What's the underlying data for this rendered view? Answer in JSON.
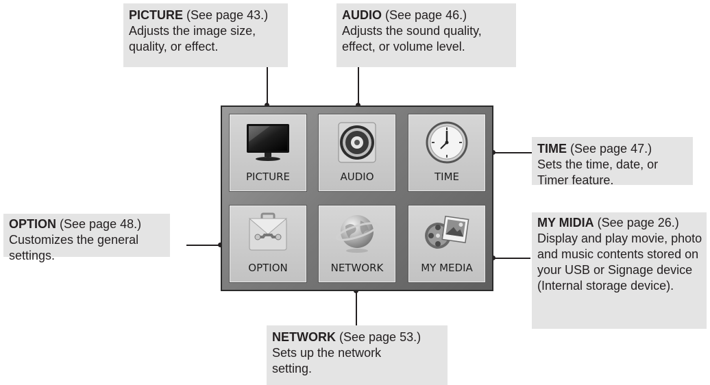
{
  "menu": {
    "tiles": [
      {
        "label": "PICTURE",
        "icon": "tv-icon"
      },
      {
        "label": "AUDIO",
        "icon": "speaker-icon"
      },
      {
        "label": "TIME",
        "icon": "clock-icon"
      },
      {
        "label": "OPTION",
        "icon": "toolbox-icon"
      },
      {
        "label": "NETWORK",
        "icon": "globe-icon"
      },
      {
        "label": "MY MEDIA",
        "icon": "media-icon"
      }
    ]
  },
  "callouts": {
    "picture": {
      "title": "PICTURE",
      "ref": " (See page 43.)",
      "desc": "Adjusts the image size, quality, or effect."
    },
    "audio": {
      "title": "AUDIO",
      "ref": " (See page 46.)",
      "desc": "Adjusts the sound quality, effect, or volume level."
    },
    "time": {
      "title": "TIME",
      "ref": " (See page 47.)",
      "desc": "Sets the time, date, or Timer feature."
    },
    "option": {
      "title": "OPTION",
      "ref": " (See page 48.)",
      "desc": "Customizes the general settings."
    },
    "my_media": {
      "title": "MY MIDIA",
      "ref": " (See page 26.)",
      "desc": "Display and play movie, photo and music contents stored on your USB or Signage device (Internal storage device)."
    },
    "network": {
      "title": "NETWORK",
      "ref": " (See page 53.)",
      "desc": "Sets up the network setting."
    }
  },
  "colors": {
    "callout_bg": "#e4e4e4",
    "panel_bg": "#7a7a7a",
    "tile_bg": "#cccccc",
    "line": "#231f20"
  }
}
